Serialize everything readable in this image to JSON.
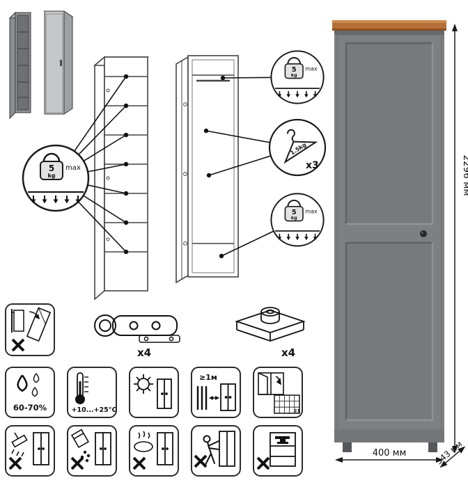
{
  "dimensions": {
    "height": "2296 мм",
    "width": "400 мм",
    "depth": "543 мм"
  },
  "load_callout": {
    "value": "5",
    "unit": "kg",
    "max_label": "max"
  },
  "hanger_callout": {
    "weight": "1.5kg",
    "count": "x3"
  },
  "hardware": {
    "hinges": "x4",
    "feet": "x4"
  },
  "care": {
    "humidity": "60-70%",
    "temperature": "+10...+25°С",
    "min_distance": "≥1м",
    "calendar_day": "21"
  },
  "colors": {
    "body": "#7D7F82",
    "panel": "#77797C",
    "wood_top": "#B5703A",
    "line": "#1a1a1a"
  }
}
